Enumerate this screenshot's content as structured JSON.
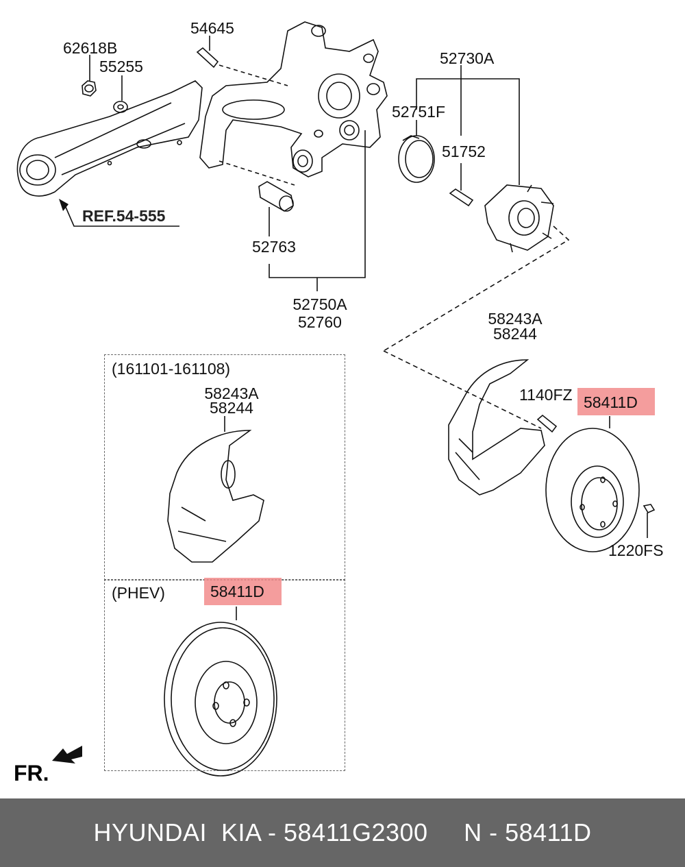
{
  "labels": {
    "p62618b": "62618B",
    "p55255": "55255",
    "p54645": "54645",
    "p52730a": "52730A",
    "p52751f": "52751F",
    "p51752": "51752",
    "ref": "REF.54-555",
    "p52763": "52763",
    "p52750a": "52750A",
    "p52760": "52760",
    "p58243a_r": "58243A",
    "p58244_r": "58244",
    "p1140fz": "1140FZ",
    "p58411d_r": "58411D",
    "p1220fs": "1220FS",
    "range": "(161101-161108)",
    "p58243a_l": "58243A",
    "p58244_l": "58244",
    "phev": "(PHEV)",
    "p58411d_l": "58411D",
    "fr": "FR."
  },
  "footer": {
    "brand": "HYUNDAI  KIA - 58411G2300",
    "code": "N - 58411D"
  },
  "colors": {
    "highlight": "#f28c8c",
    "footer_bg": "#666666"
  }
}
